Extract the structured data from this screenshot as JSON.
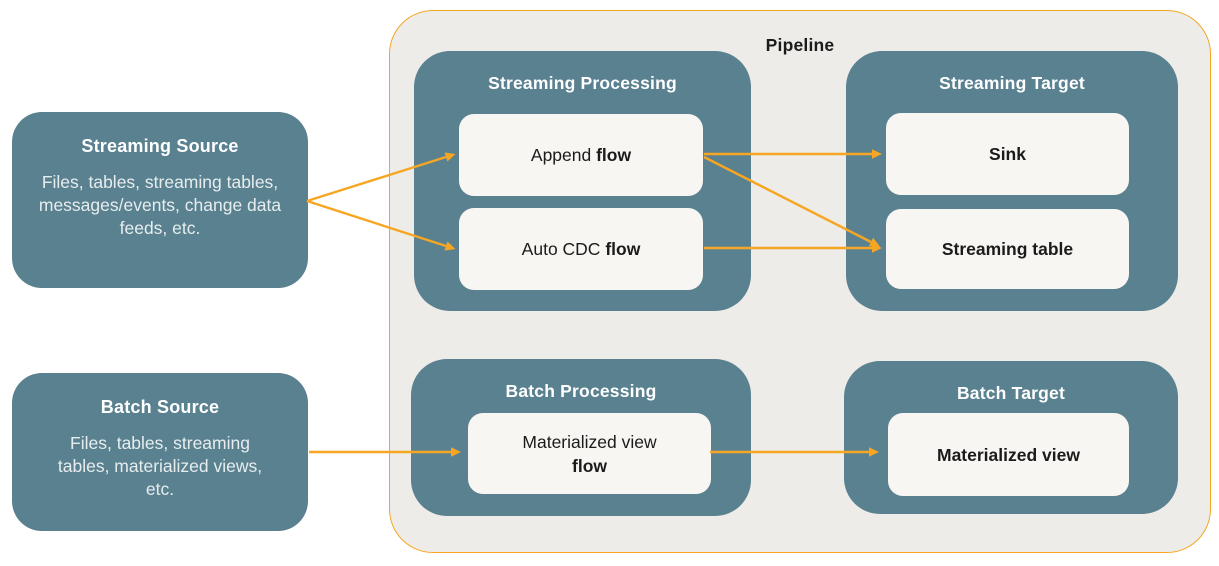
{
  "colors": {
    "teal_box": "#5A8190",
    "pipeline_background": "#EDECE8",
    "card_background": "#F8F6F2",
    "arrow_orange": "#F6A623",
    "dark_text": "#1B1B1B",
    "light_text": "#E7EDEE"
  },
  "sources": {
    "streaming": {
      "title": "Streaming Source",
      "body": "Files, tables, streaming tables, messages/events, change data feeds, etc."
    },
    "batch": {
      "title": "Batch Source",
      "body": "Files, tables, streaming tables, materialized views, etc."
    }
  },
  "pipeline": {
    "title": "Pipeline",
    "streaming_processing": {
      "title": "Streaming Processing",
      "items": [
        {
          "text": "Append",
          "bold": "flow"
        },
        {
          "text": "Auto CDC",
          "bold": "flow"
        }
      ]
    },
    "streaming_target": {
      "title": "Streaming Target",
      "items": [
        {
          "bold": "Sink"
        },
        {
          "bold": "Streaming table"
        }
      ]
    },
    "batch_processing": {
      "title": "Batch Processing",
      "items": [
        {
          "text": "Materialized view",
          "bold": "flow"
        }
      ]
    },
    "batch_target": {
      "title": "Batch Target",
      "items": [
        {
          "bold": "Materialized view"
        }
      ]
    }
  },
  "edges": [
    {
      "from": "streaming-source",
      "to": "append-flow"
    },
    {
      "from": "streaming-source",
      "to": "auto-cdc-flow"
    },
    {
      "from": "append-flow",
      "to": "sink"
    },
    {
      "from": "append-flow",
      "to": "streaming-table"
    },
    {
      "from": "auto-cdc-flow",
      "to": "streaming-table"
    },
    {
      "from": "batch-source",
      "to": "materialized-view-flow"
    },
    {
      "from": "materialized-view-flow",
      "to": "materialized-view"
    }
  ]
}
